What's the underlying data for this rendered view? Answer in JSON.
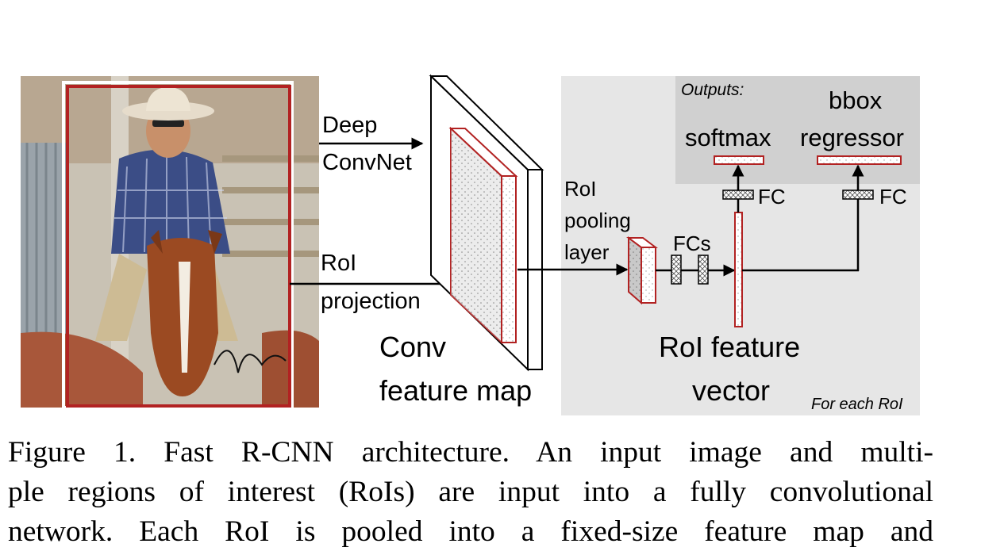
{
  "figure": {
    "labels": {
      "deep_convnet_1": "Deep",
      "deep_convnet_2": "ConvNet",
      "roi_projection_1": "RoI",
      "roi_projection_2": "projection",
      "conv_feature_map_1": "Conv",
      "conv_feature_map_2": "feature map",
      "roi_pooling_1": "RoI",
      "roi_pooling_2": "pooling",
      "roi_pooling_3": "layer",
      "fcs": "FCs",
      "fc_left": "FC",
      "fc_right": "FC",
      "outputs": "Outputs:",
      "softmax": "softmax",
      "bbox_1": "bbox",
      "bbox_2": "regressor",
      "roi_feature_1": "RoI feature",
      "roi_feature_2": "vector",
      "for_each_roi": "For each RoI"
    },
    "colors": {
      "roi_red": "#b22222",
      "panel_gray": "#e6e6e6",
      "outputs_gray": "#d0d0d0"
    }
  },
  "caption": {
    "line1": "Figure 1. Fast R-CNN architecture.  An input image and multi-",
    "line2": "ple regions of interest (RoIs) are input into a fully convolutional",
    "line3": "network.  Each RoI is pooled into a fixed-size feature map and"
  }
}
